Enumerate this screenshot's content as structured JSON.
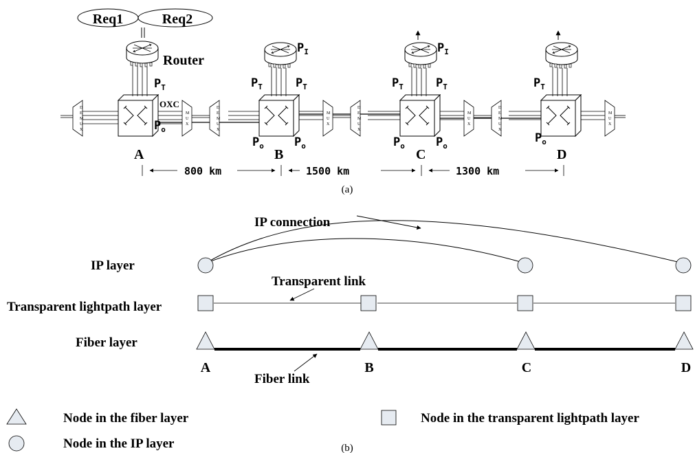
{
  "requests": [
    "Req1",
    "Req2"
  ],
  "router_label": "Router",
  "oxc_label": "OXC",
  "port_labels": {
    "transit": "P",
    "transit_sub": "T",
    "input": "P",
    "input_sub": "I",
    "output": "P",
    "output_sub": "o"
  },
  "demux_label": [
    "D",
    "E",
    "M",
    "U",
    "X"
  ],
  "mux_label": [
    "M",
    "U",
    "X"
  ],
  "nodes": [
    "A",
    "B",
    "C",
    "D"
  ],
  "distances": [
    "800  km",
    "1500  km",
    "1300  km"
  ],
  "caption_a": "(a)",
  "caption_b": "(b)",
  "layers": {
    "ip": "IP layer",
    "transparent": "Transparent lightpath layer",
    "fiber": "Fiber layer"
  },
  "annotations": {
    "ip_connection": "IP connection",
    "transparent_link": "Transparent link",
    "fiber_link": "Fiber link"
  },
  "legend": {
    "fiber_node": "Node in the fiber layer",
    "ip_node": "Node in the IP layer",
    "transparent_node": "Node in the transparent lightpath layer"
  }
}
